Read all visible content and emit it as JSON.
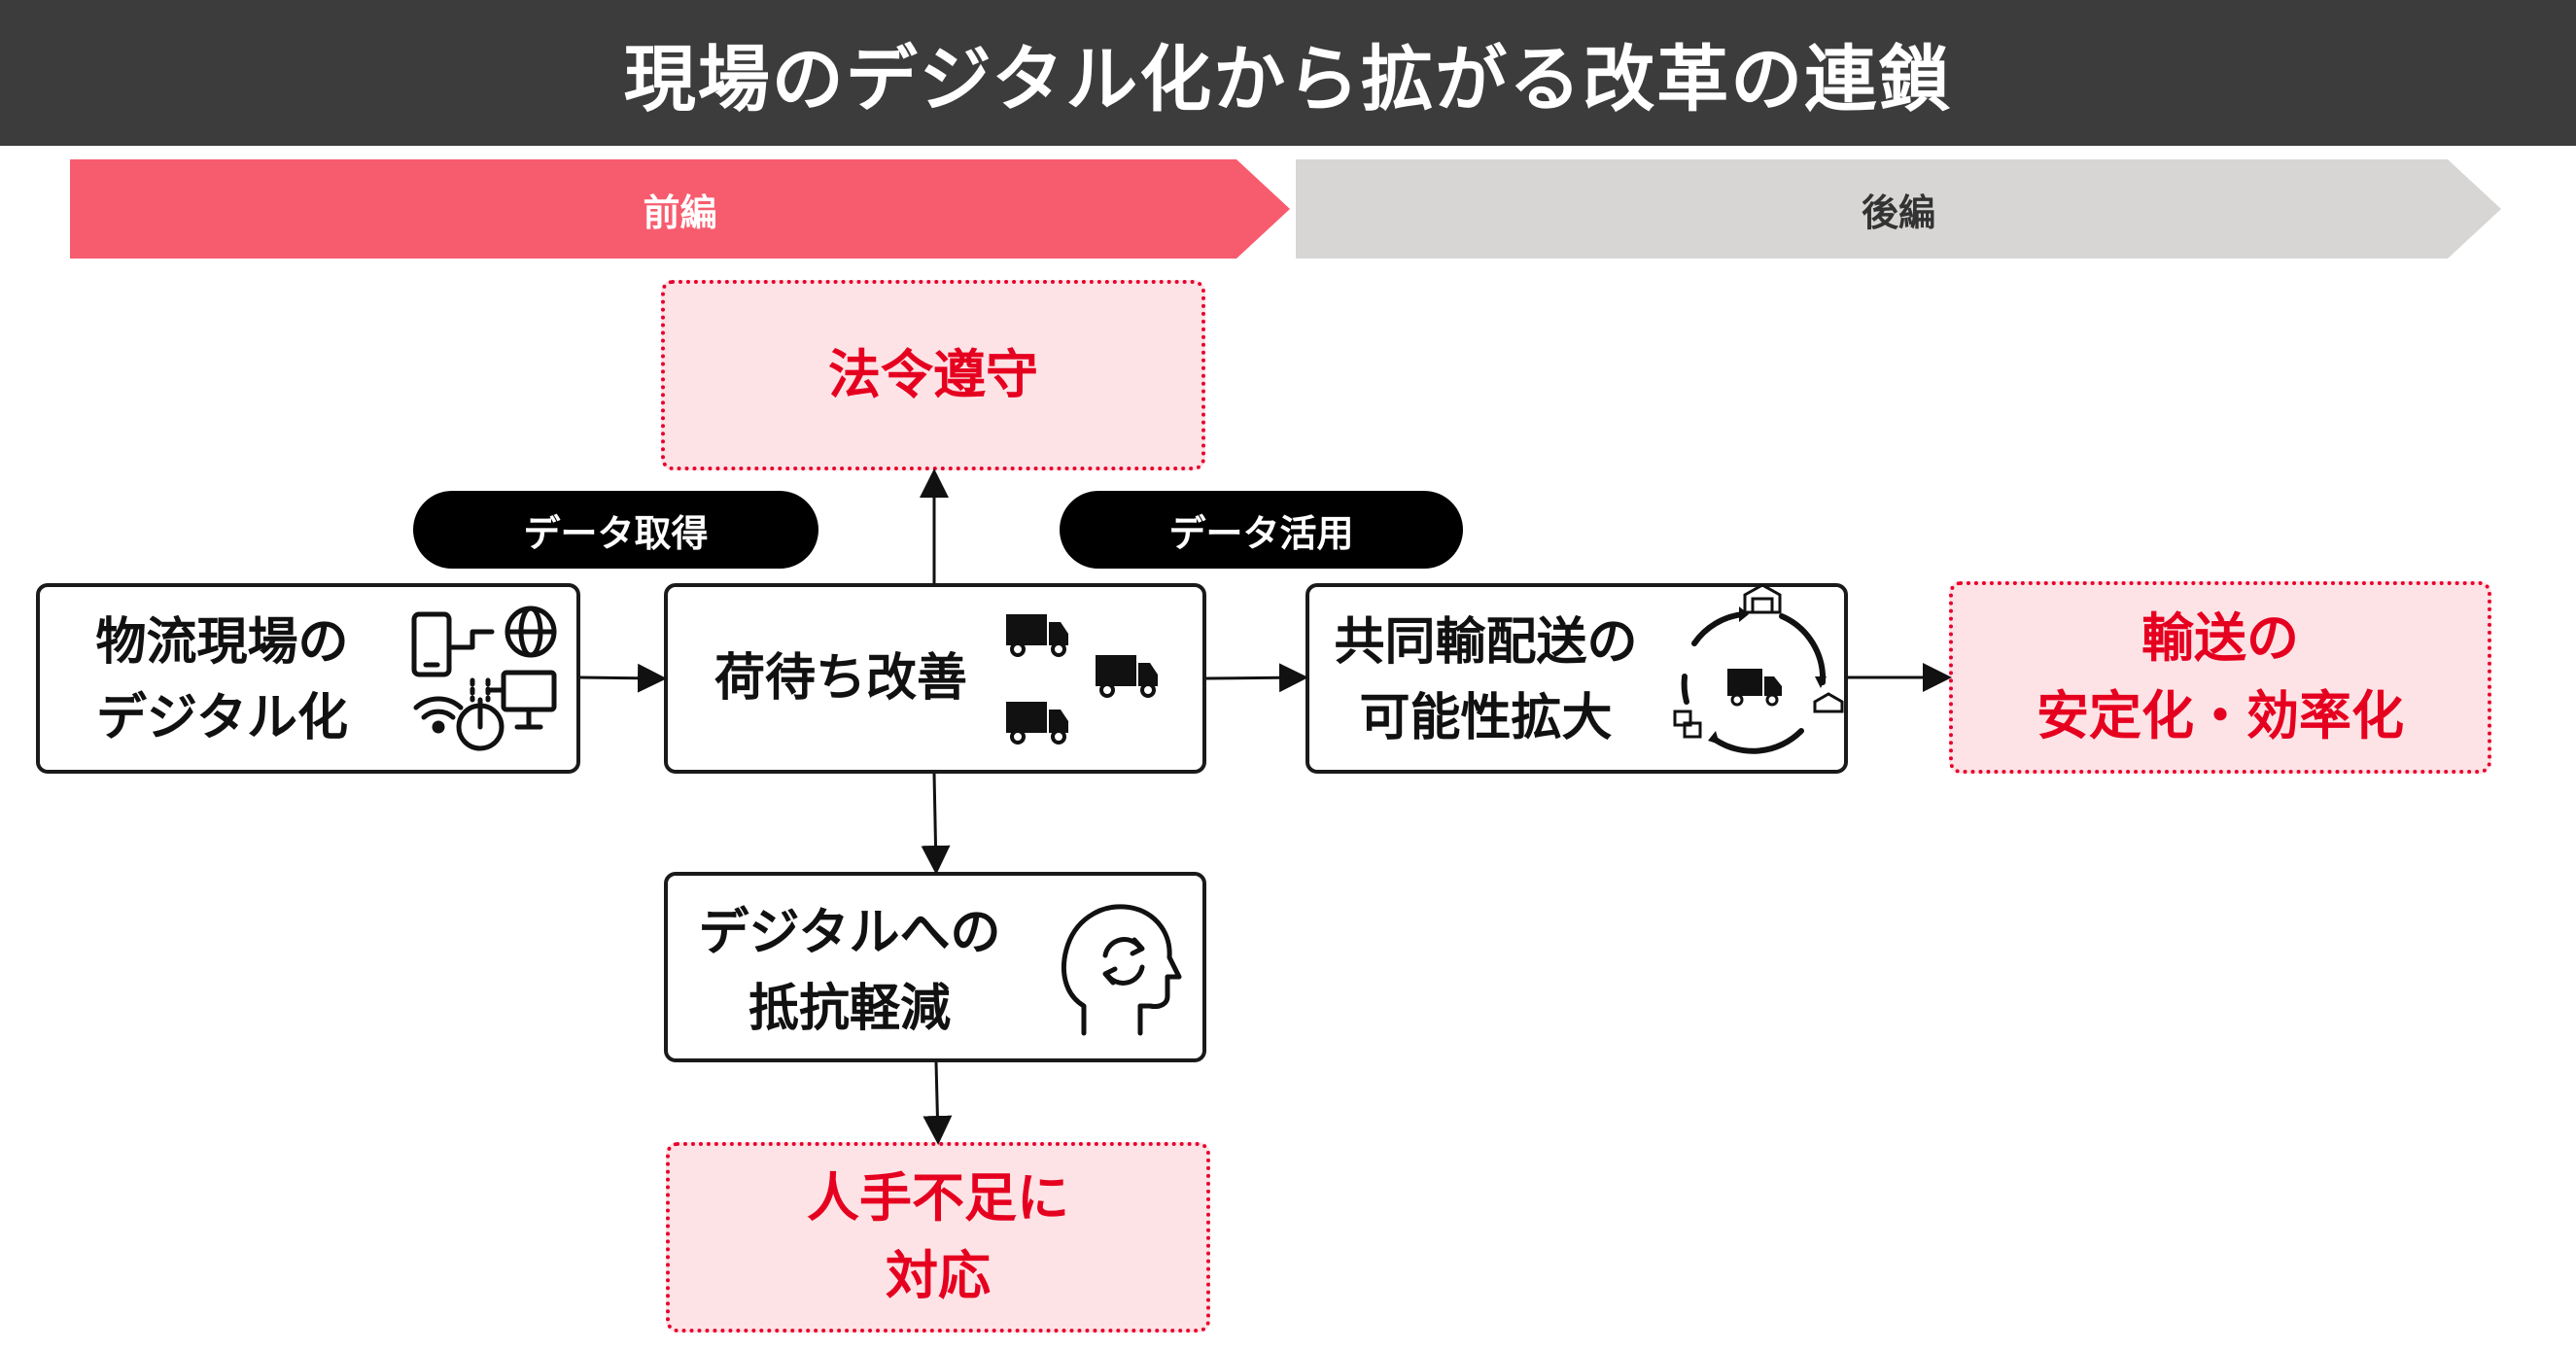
{
  "title": "現場のデジタル化から拡がる改革の連鎖",
  "phases": {
    "front": "前編",
    "back": "後編"
  },
  "labels": {
    "data_acquisition": "データ取得",
    "data_utilization": "データ活用"
  },
  "nodes": {
    "digitalization": {
      "line1": "物流現場の",
      "line2": "デジタル化",
      "icon": "devices-network-icon"
    },
    "wait_improvement": {
      "line1": "荷待ち改善",
      "icon": "trucks-icon"
    },
    "joint_delivery": {
      "line1": "共同輸配送の",
      "line2": "可能性拡大",
      "icon": "truck-cycle-icon"
    },
    "resistance": {
      "line1": "デジタルへの",
      "line2": "抵抗軽減",
      "icon": "head-refresh-icon"
    }
  },
  "goals": {
    "compliance": {
      "line1": "法令遵守"
    },
    "transport": {
      "line1": "輸送の",
      "line2": "安定化・効率化"
    },
    "labor": {
      "line1": "人手不足に",
      "line2": "対応"
    }
  },
  "colors": {
    "header_bg": "#3c3c3c",
    "phase_front": "#f75c6e",
    "phase_back": "#d7d6d4",
    "goal_text": "#e60020",
    "goal_bg": "#fde3e6"
  }
}
